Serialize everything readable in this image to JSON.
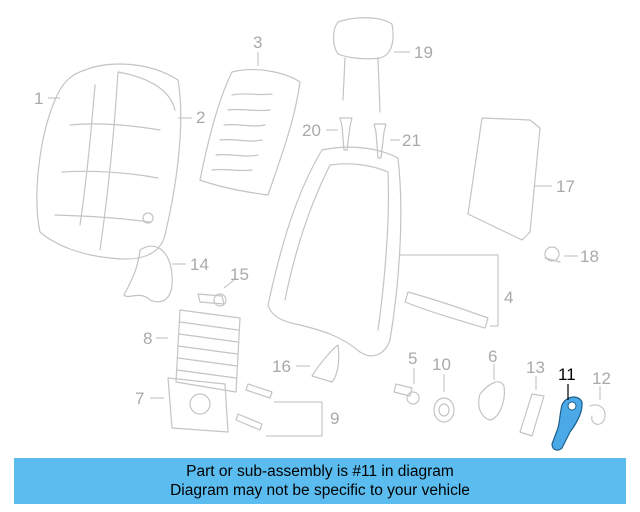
{
  "diagram": {
    "callouts": [
      {
        "id": "1",
        "label": "1"
      },
      {
        "id": "2",
        "label": "2"
      },
      {
        "id": "3",
        "label": "3"
      },
      {
        "id": "4",
        "label": "4"
      },
      {
        "id": "5",
        "label": "5"
      },
      {
        "id": "6",
        "label": "6"
      },
      {
        "id": "7",
        "label": "7"
      },
      {
        "id": "8",
        "label": "8"
      },
      {
        "id": "9",
        "label": "9"
      },
      {
        "id": "10",
        "label": "10"
      },
      {
        "id": "11",
        "label": "11"
      },
      {
        "id": "12",
        "label": "12"
      },
      {
        "id": "13",
        "label": "13"
      },
      {
        "id": "14",
        "label": "14"
      },
      {
        "id": "15",
        "label": "15"
      },
      {
        "id": "16",
        "label": "16"
      },
      {
        "id": "17",
        "label": "17"
      },
      {
        "id": "18",
        "label": "18"
      },
      {
        "id": "19",
        "label": "19"
      },
      {
        "id": "20",
        "label": "20"
      },
      {
        "id": "21",
        "label": "21"
      }
    ],
    "highlighted_part": "11",
    "colors": {
      "highlight_fill": "#4aa9e6",
      "part_stroke": "#c4c4c4",
      "banner_bg": "#5bbcf0"
    }
  },
  "banner": {
    "line1": "Part or sub-assembly is #11 in diagram",
    "line2": "Diagram may not be specific to your vehicle"
  }
}
